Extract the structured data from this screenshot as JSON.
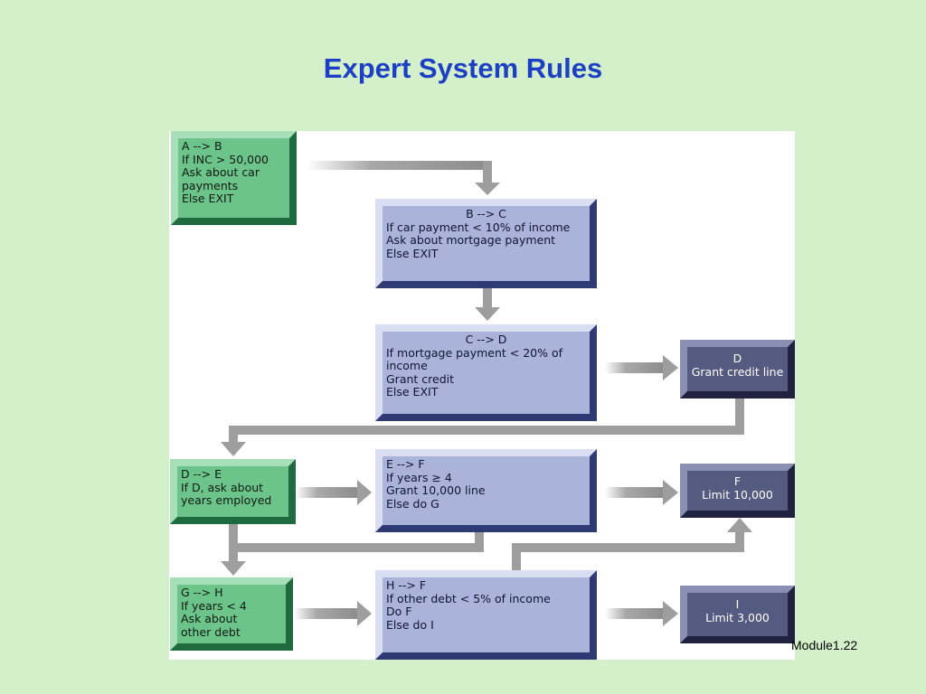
{
  "slide": {
    "title": "Expert System Rules",
    "footer": "Module1.22"
  },
  "colors": {
    "background": "#d3f0cb",
    "title": "#1c3fc4",
    "green_box": "#6cc48a",
    "blue_box": "#aab4da",
    "dark_box": "#555a80",
    "arrow": "#9e9e9e"
  },
  "rules": {
    "a": {
      "lines": [
        "A --> B",
        "If INC > 50,000",
        "Ask about car",
        "payments",
        "Else EXIT"
      ]
    },
    "b": {
      "lines": [
        "B --> C",
        "If car payment < 10% of income",
        "Ask about mortgage payment",
        "Else EXIT"
      ]
    },
    "c": {
      "lines": [
        "C --> D",
        "If mortgage payment < 20% of",
        "income",
        "Grant credit",
        "Else EXIT"
      ]
    },
    "d_out": {
      "lines": [
        "D",
        "Grant credit line"
      ]
    },
    "d": {
      "lines": [
        "D --> E",
        "If D, ask about",
        "years employed"
      ]
    },
    "e": {
      "lines": [
        "E --> F",
        "If years ≥ 4",
        "Grant 10,000 line",
        "Else do G"
      ]
    },
    "f_out": {
      "lines": [
        "F",
        "Limit 10,000"
      ]
    },
    "g": {
      "lines": [
        "G --> H",
        "If years < 4",
        "Ask about",
        "other debt"
      ]
    },
    "h": {
      "lines": [
        "H --> F",
        "If other debt < 5% of income",
        "Do F",
        "Else do I"
      ]
    },
    "i_out": {
      "lines": [
        "I",
        "Limit 3,000"
      ]
    }
  }
}
